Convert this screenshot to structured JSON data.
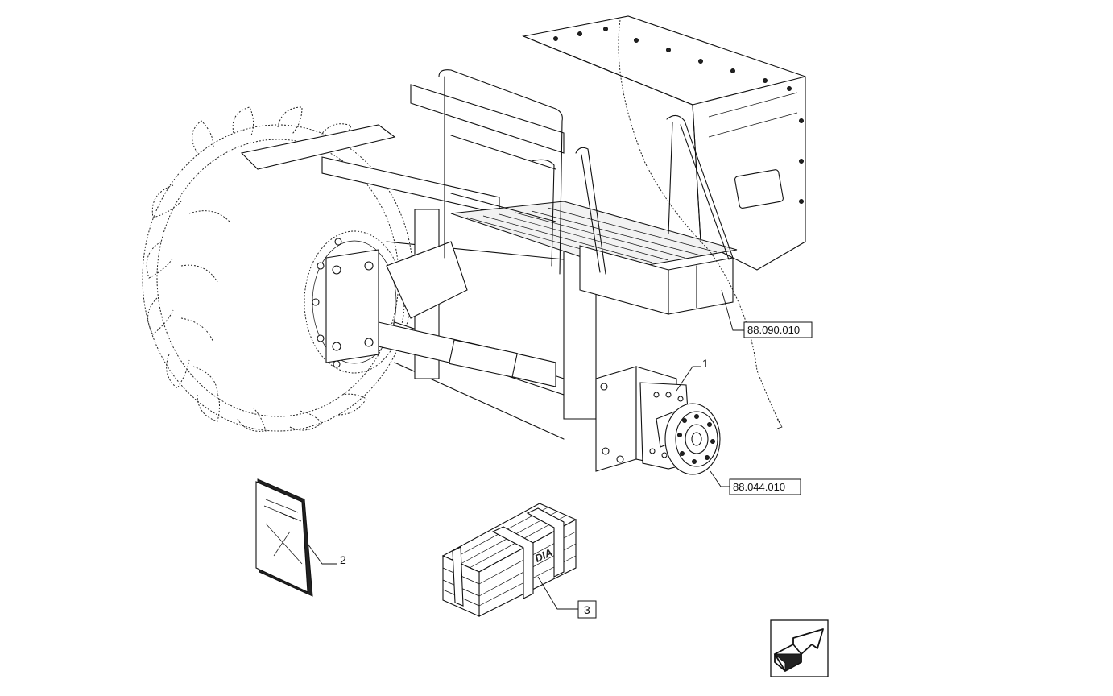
{
  "callouts": {
    "ref_platform": "88.090.010",
    "ref_wheel_hub": "88.044.010",
    "item_1": "1",
    "item_2": "2",
    "item_3": "3"
  },
  "crate_label": "DIA",
  "nav_icon": "return-arrow-icon"
}
